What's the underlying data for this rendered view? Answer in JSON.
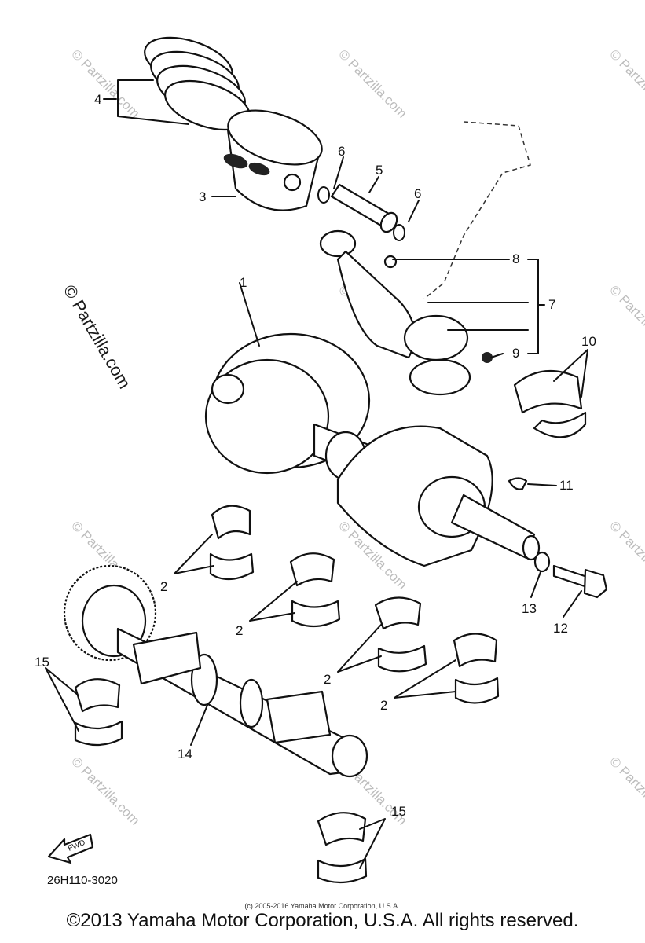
{
  "diagram": {
    "callouts": [
      {
        "id": "c1",
        "text": "1"
      },
      {
        "id": "c2a",
        "text": "2"
      },
      {
        "id": "c2b",
        "text": "2"
      },
      {
        "id": "c2c",
        "text": "2"
      },
      {
        "id": "c2d",
        "text": "2"
      },
      {
        "id": "c3",
        "text": "3"
      },
      {
        "id": "c4",
        "text": "4"
      },
      {
        "id": "c5",
        "text": "5"
      },
      {
        "id": "c6a",
        "text": "6"
      },
      {
        "id": "c6b",
        "text": "6"
      },
      {
        "id": "c7",
        "text": "7"
      },
      {
        "id": "c8",
        "text": "8"
      },
      {
        "id": "c9",
        "text": "9"
      },
      {
        "id": "c10",
        "text": "10"
      },
      {
        "id": "c11",
        "text": "11"
      },
      {
        "id": "c12",
        "text": "12"
      },
      {
        "id": "c13",
        "text": "13"
      },
      {
        "id": "c14",
        "text": "14"
      },
      {
        "id": "c15a",
        "text": "15"
      },
      {
        "id": "c15b",
        "text": "15"
      }
    ],
    "diagram_code": "26H110-3020",
    "fwd_label": "FWD",
    "watermark_main": "© Partzilla.com",
    "watermark_tile": "© Partzilla.com",
    "small_copyright": "(c) 2005-2016 Yamaha Motor Corporation, U.S.A."
  },
  "footer": {
    "copyright": "©2013 Yamaha Motor Corporation, U.S.A. All rights reserved."
  }
}
